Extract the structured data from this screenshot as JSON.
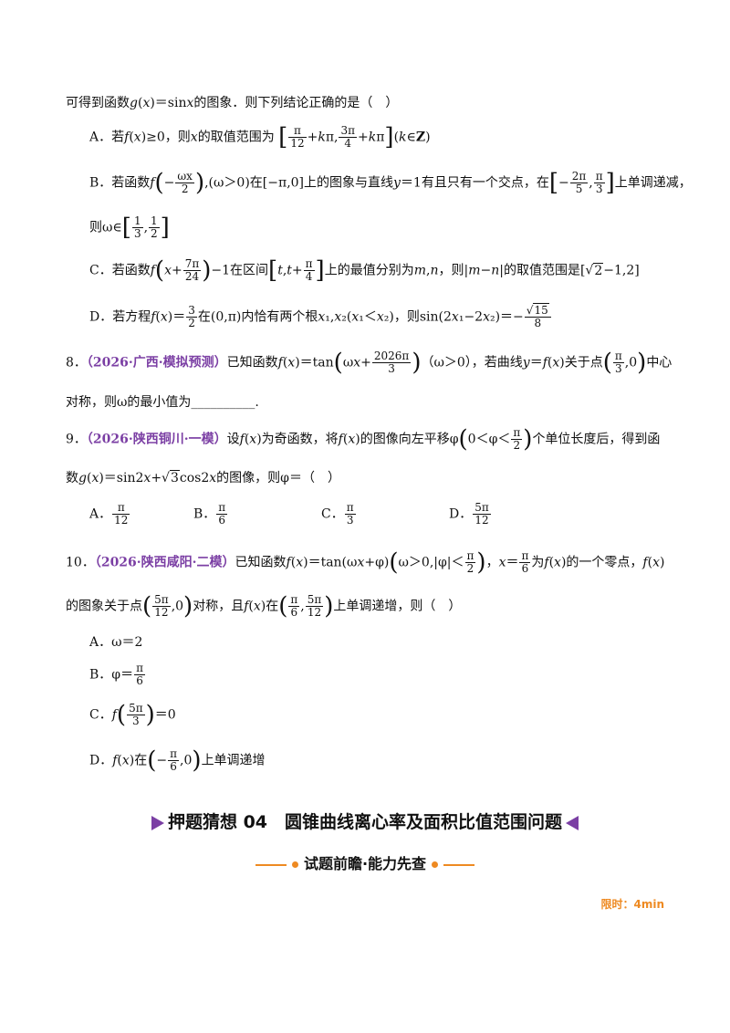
{
  "q7_intro": {
    "a": "可得到函数",
    "b": "的图象．则下列结论正确的是（　）"
  },
  "q7A": {
    "label": "A．若",
    "mid": "，则",
    "tail": "的取值范围为"
  },
  "q7B": {
    "label": "B．若函数",
    "t1": "在",
    "t2": "上的图象与直线",
    "t3": "有且只有一个交点，在",
    "t4": "上单调递减，",
    "t5": "则"
  },
  "q7C": {
    "label": "C．若函数",
    "t1": "在区间",
    "t2": "上的最值分别为",
    "t3": "，则",
    "t4": "的取值范围是"
  },
  "q7D": {
    "label": "D．若方程",
    "t1": "在",
    "t2": "内恰有两个根",
    "t3": "，则"
  },
  "q8": {
    "num": "8．",
    "src": "（2026·广西·模拟预测）",
    "t1": "已知函数",
    "t2": "（ω＞0），若曲线",
    "t3": "关于点",
    "t4": "中心",
    "t5": "对称，则ω的最小值为",
    "blank": "__________."
  },
  "q9": {
    "num": "9．",
    "src": "（2026·陕西铜川·一模）",
    "t1": "设",
    "t2": "为奇函数，将",
    "t3": "的图像向左平移",
    "t4": "个单位长度后，得到函",
    "t5": "数",
    "t6": "的图像，则φ＝（　）",
    "opts": [
      "A．",
      "B．",
      "C．",
      "D．"
    ]
  },
  "q10": {
    "num": "10．",
    "src": "（2026·陕西咸阳·二模）",
    "t1": "已知函数",
    "t2": "为",
    "t3": "的一个零点，",
    "t4": "的图象关于点",
    "t5": "对称，且",
    "t6": "在",
    "t7": "上单调递增，则（　）",
    "optD": "上单调递增"
  },
  "section": {
    "title": "押题猜想 04　圆锥曲线离心率及面积比值范围问题",
    "subtitle": "试题前瞻·能力先查",
    "limit": "限时：4min"
  }
}
